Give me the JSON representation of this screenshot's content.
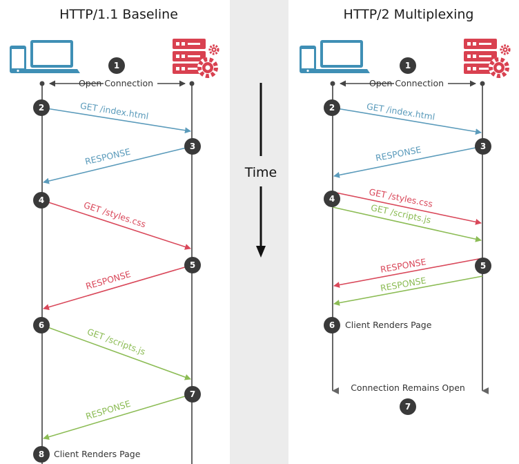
{
  "colors": {
    "blue": "#5b9bbb",
    "red": "#d9485a",
    "green": "#8cbc55",
    "badge": "#3a3a3a",
    "lifeline": "#666666",
    "server": "#d94150",
    "device": "#3f8fb5",
    "center_band": "#ececec"
  },
  "left": {
    "title": "HTTP/1.1 Baseline",
    "open_connection": "Open Connection",
    "messages": [
      {
        "text": "GET /index.html",
        "color": "blue"
      },
      {
        "text": "RESPONSE",
        "color": "blue"
      },
      {
        "text": "GET /styles.css",
        "color": "red"
      },
      {
        "text": "RESPONSE",
        "color": "red"
      },
      {
        "text": "GET /scripts.js",
        "color": "green"
      },
      {
        "text": "RESPONSE",
        "color": "green"
      }
    ],
    "badges": [
      "1",
      "2",
      "3",
      "4",
      "5",
      "6",
      "7",
      "8"
    ],
    "end_note": "Client Renders Page"
  },
  "center": {
    "time_label": "Time"
  },
  "right": {
    "title": "HTTP/2 Multiplexing",
    "open_connection": "Open Connection",
    "messages": [
      {
        "text": "GET /index.html",
        "color": "blue"
      },
      {
        "text": "RESPONSE",
        "color": "blue"
      },
      {
        "text": "GET /styles.css",
        "color": "red"
      },
      {
        "text": "GET /scripts.js",
        "color": "green"
      },
      {
        "text": "RESPONSE",
        "color": "red"
      },
      {
        "text": "RESPONSE",
        "color": "green"
      }
    ],
    "badges": [
      "1",
      "2",
      "3",
      "4",
      "5",
      "6",
      "7"
    ],
    "render_note": "Client Renders Page",
    "remains_open_note": "Connection Remains Open"
  }
}
